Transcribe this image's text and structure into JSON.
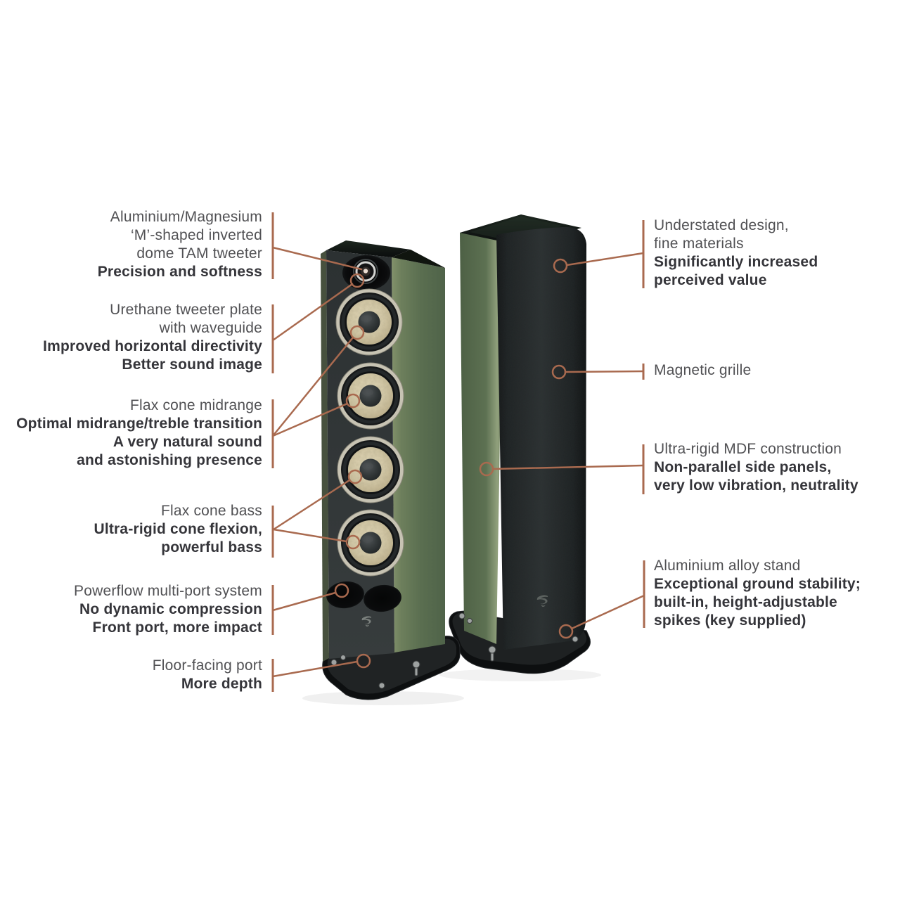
{
  "colors": {
    "accent": "#a96a4f",
    "text": "#515154",
    "text-bold": "#35353a",
    "cabinet-green": "#5e7254",
    "baffle-black": "#313637",
    "grille-black": "#24282a",
    "flax-cone": "#d4caab",
    "base-black": "#0d0f10"
  },
  "logos": {
    "front": "focal-flame-logo",
    "grille": "focal-flame-logo"
  },
  "callouts": {
    "left": [
      {
        "id": "tweeter",
        "title": [
          "Aluminium/Magnesium",
          "‘M’-shaped inverted",
          "dome TAM tweeter"
        ],
        "benefit": [
          "Precision and softness"
        ]
      },
      {
        "id": "tweeter-plate",
        "title": [
          "Urethane tweeter plate",
          "with waveguide"
        ],
        "benefit": [
          "Improved horizontal directivity",
          "Better sound image"
        ]
      },
      {
        "id": "midrange",
        "title": [
          "Flax cone midrange"
        ],
        "benefit": [
          "Optimal midrange/treble transition",
          "A very natural sound",
          "and astonishing presence"
        ]
      },
      {
        "id": "bass",
        "title": [
          "Flax cone bass"
        ],
        "benefit": [
          "Ultra-rigid cone flexion,",
          "powerful bass"
        ]
      },
      {
        "id": "ports",
        "title": [
          "Powerflow multi-port system"
        ],
        "benefit": [
          "No dynamic compression",
          "Front port, more impact"
        ]
      },
      {
        "id": "floor-port",
        "title": [
          "Floor-facing port"
        ],
        "benefit": [
          "More depth"
        ]
      }
    ],
    "right": [
      {
        "id": "design",
        "title": [
          "Understated design,",
          "fine materials"
        ],
        "benefit": [
          "Significantly increased",
          "perceived value"
        ]
      },
      {
        "id": "grille",
        "title": [
          "Magnetic grille"
        ],
        "benefit": []
      },
      {
        "id": "mdf",
        "title": [
          "Ultra-rigid MDF construction"
        ],
        "benefit": [
          "Non-parallel side panels,",
          "very low vibration, neutrality"
        ]
      },
      {
        "id": "stand",
        "title": [
          "Aluminium alloy stand"
        ],
        "benefit": [
          "Exceptional ground stability;",
          "built-in, height-adjustable",
          "spikes (key supplied)"
        ]
      }
    ]
  }
}
